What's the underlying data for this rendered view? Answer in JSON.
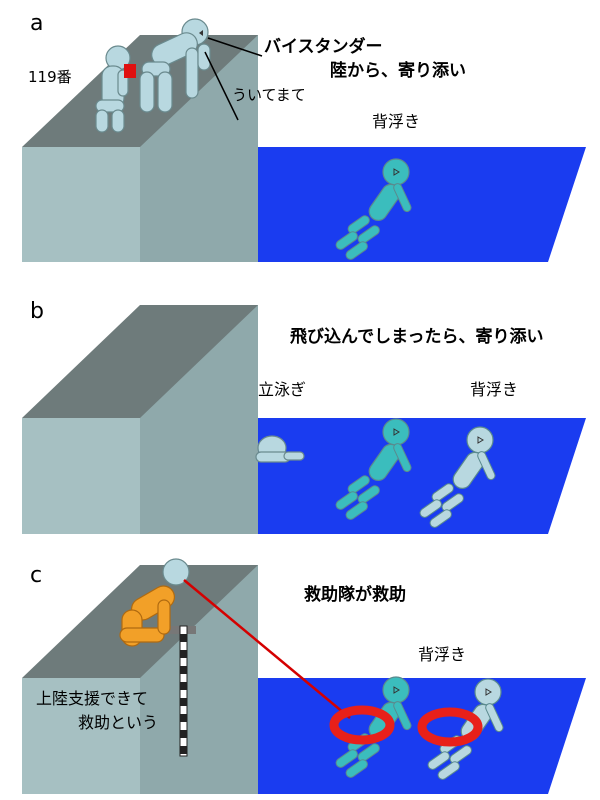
{
  "panels": {
    "a": {
      "letter": "a",
      "call_label": "119番",
      "bystander_title": "バイスタンダー",
      "bystander_action": "陸から、寄り添い",
      "float_instruction": "ういてまて",
      "backfloat_label": "背浮き"
    },
    "b": {
      "letter": "b",
      "jumped_in_label": "飛び込んでしまったら、寄り添い",
      "treading_label": "立泳ぎ",
      "backfloat_label": "背浮き"
    },
    "c": {
      "letter": "c",
      "rescue_team_label": "救助隊が救助",
      "backfloat_label": "背浮き",
      "landing_support_line1": "上陸支援できて",
      "landing_support_line2": "救助という"
    }
  },
  "colors": {
    "water": "#1a3cf0",
    "quay_top": "#6e7b7b",
    "quay_front": "#a6c0c2",
    "quay_side": "#8fa9ab",
    "person_floating": "#3bbdbd",
    "person_light": "#b8d8e0",
    "rescuer": "#f2a028",
    "lifebuoy": "#e8201a",
    "rope": "#d40000"
  }
}
